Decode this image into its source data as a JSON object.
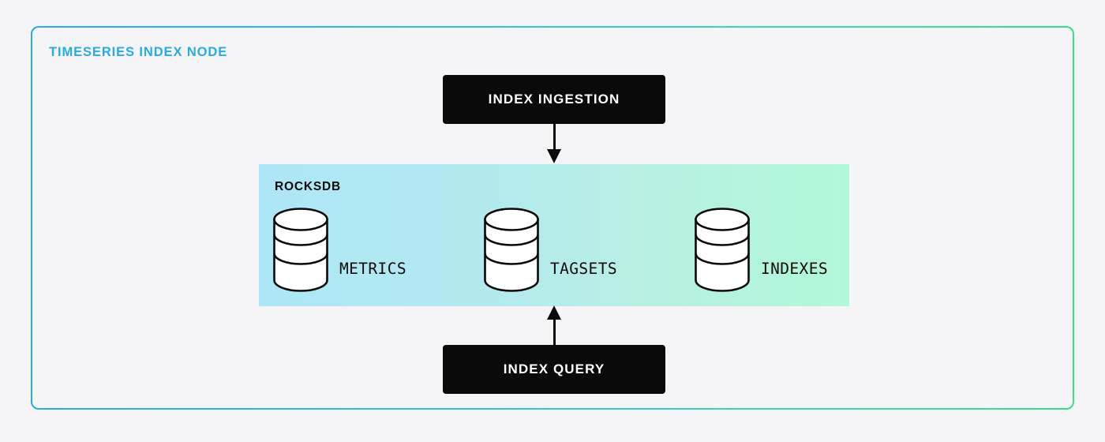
{
  "page": {
    "background_color": "#f5f5f7"
  },
  "node": {
    "title": "TIMESERIES INDEX NODE",
    "title_color": "#29ABE2",
    "border_gradient_from": "#29ABE2",
    "border_gradient_to": "#39DE8A"
  },
  "boxes": {
    "ingestion": {
      "label": "INDEX INGESTION",
      "background_color": "#0a0a0a",
      "text_color": "#ffffff"
    },
    "query": {
      "label": "INDEX QUERY",
      "background_color": "#0a0a0a",
      "text_color": "#ffffff"
    }
  },
  "arrows": [
    {
      "name": "ingestion-to-rocksdb",
      "direction": "down",
      "color": "#0a0a0a"
    },
    {
      "name": "query-to-rocksdb",
      "direction": "up",
      "color": "#0a0a0a"
    }
  ],
  "rocksdb": {
    "title": "ROCKSDB",
    "gradient_from": "#ADE6F7",
    "gradient_to": "#B1F8D8",
    "stores": [
      {
        "label": "METRICS",
        "icon": "database-cylinder-icon"
      },
      {
        "label": "TAGSETS",
        "icon": "database-cylinder-icon"
      },
      {
        "label": "INDEXES",
        "icon": "database-cylinder-icon"
      }
    ]
  }
}
